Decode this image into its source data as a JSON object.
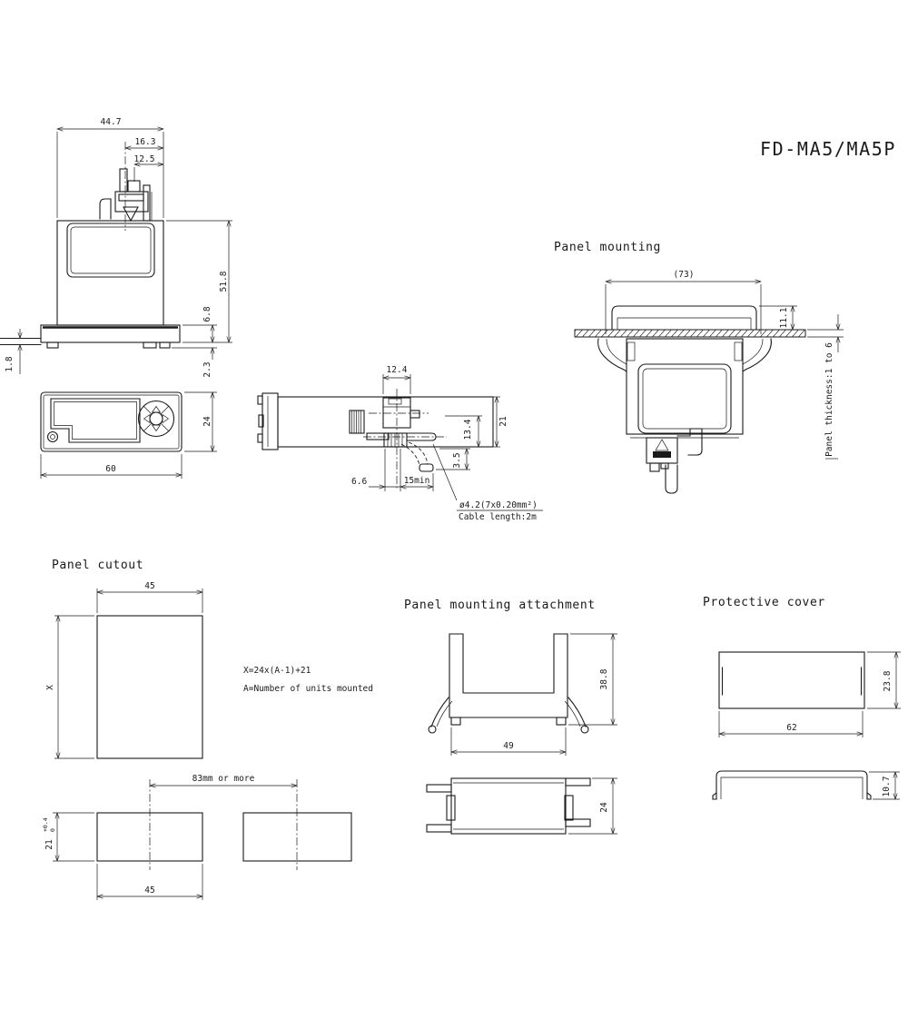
{
  "model": "FD-MA5/MA5P",
  "front_view": {
    "overall_width": "44.7",
    "fiber_center_offset": "16.3",
    "connector_offset": "12.5",
    "body_height": "51.8",
    "base_height": "6.8",
    "latch_depth": "2.3",
    "plate_thickness": "1.8"
  },
  "top_view": {
    "overall_length": "60",
    "overall_width": "24"
  },
  "side_view": {
    "connector_width": "12.4",
    "overall_height": "21",
    "fiber_height": "13.4",
    "cable_drop": "3.5",
    "fiber_inset": "6.6",
    "bend_radius": "15min",
    "cable_spec": "ø4.2(7x0.20mm²)",
    "cable_length": "Cable length:2m"
  },
  "panel_mounting": {
    "title": "Panel mounting",
    "overall_width": "(73)",
    "front_height": "11.1",
    "panel_thickness_note": "Panel thickness:1 to 6"
  },
  "panel_cutout": {
    "title": "Panel cutout",
    "cutout_width": "45",
    "cutout_height_var": "X",
    "formula": "X=24x(A-1)+21",
    "formula_note": "A=Number of units mounted",
    "spacing": "83mm or more",
    "single_height": "21",
    "tol_upper": "+0.4",
    "tol_lower": "0",
    "cutout_width_bottom": "45"
  },
  "attachment": {
    "title": "Panel mounting attachment",
    "height": "38.8",
    "width": "49",
    "depth": "24"
  },
  "protective_cover": {
    "title": "Protective cover",
    "height": "23.8",
    "width": "62",
    "profile_height": "10.7"
  }
}
